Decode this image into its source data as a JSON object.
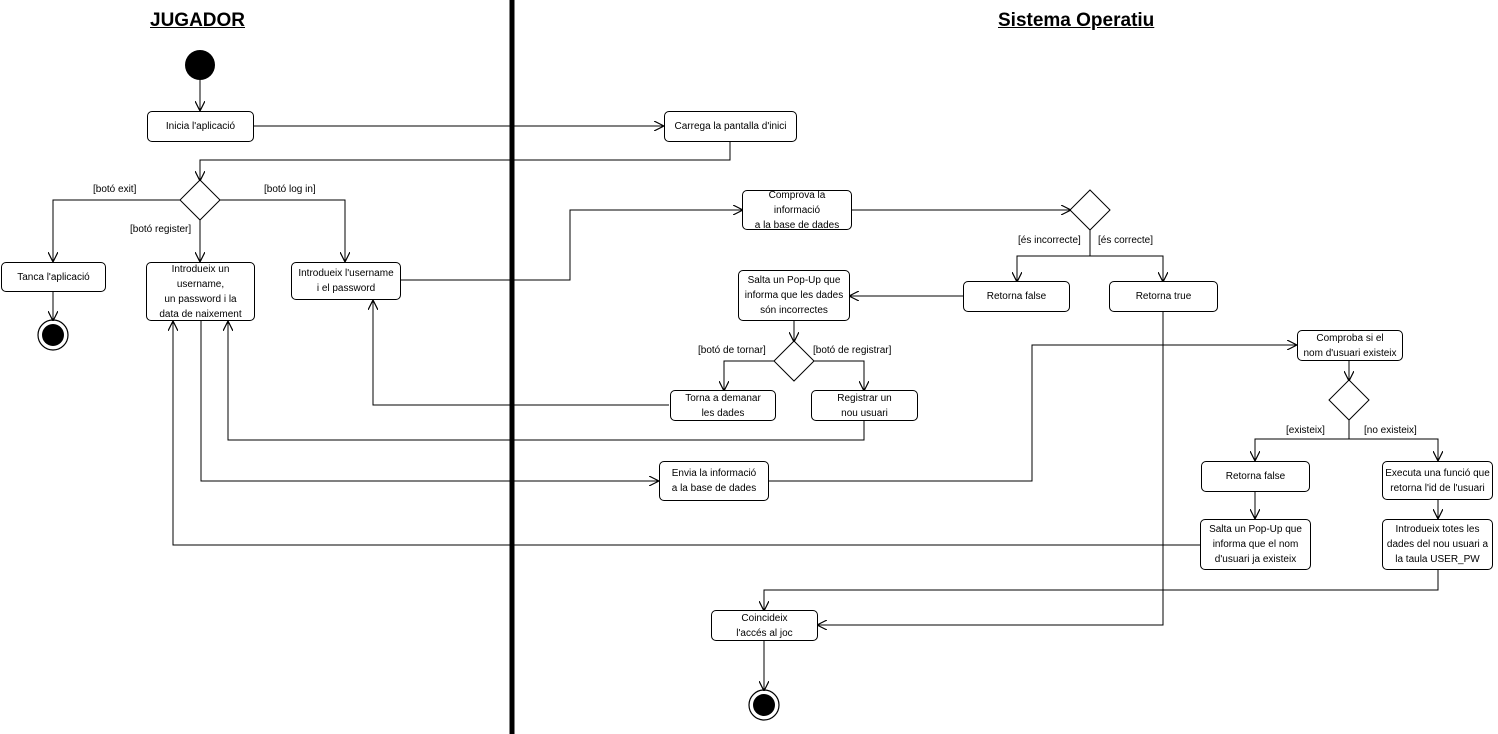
{
  "lanes": {
    "left_title": "JUGADOR",
    "right_title": "Sistema Operatiu"
  },
  "activities": {
    "inicia": "Inicia l'aplicació",
    "carrega": "Carrega la pantalla d'inici",
    "tanca": "Tanca l'aplicació",
    "introdueix_register": "Introdueix un username,\nun password i la\ndata de naixement",
    "introdueix_login": "Introdueix l'username\ni el password",
    "comprova_info": "Comprova la informació\na la base de dades",
    "retorna_false_login": "Retorna false",
    "retorna_true": "Retorna true",
    "popup_incorrectes": "Salta un Pop-Up que\ninforma que les dades\nsón incorrectes",
    "torna_demanar": "Torna a demanar\nles dades",
    "registrar_usuari": "Registrar un\nnou usuari",
    "comprova_usuari": "Comproba si el\nnom d'usuari existeix",
    "envia_info": "Envia la informació\na la base de dades",
    "retorna_false_user": "Retorna false",
    "executa_funcio": "Executa una funció que\nretorna l'id de l'usuari",
    "popup_existeix": "Salta un Pop-Up que\ninforma que el nom\nd'usuari ja existeix",
    "introdueix_dades": "Introdueix totes les\ndades del nou usuari a\nla taula USER_PW",
    "coincideix": "Coincideix\nl'accés al joc"
  },
  "guards": {
    "exit": "[botó exit]",
    "login": "[botó log in]",
    "register": "[botó register]",
    "incorrecte": "[és incorrecte]",
    "correcte": "[és correcte]",
    "tornar": "[botó de tornar]",
    "registrar": "[botó de registrar]",
    "existeix": "[existeix]",
    "no_existeix": "[no existeix]"
  }
}
